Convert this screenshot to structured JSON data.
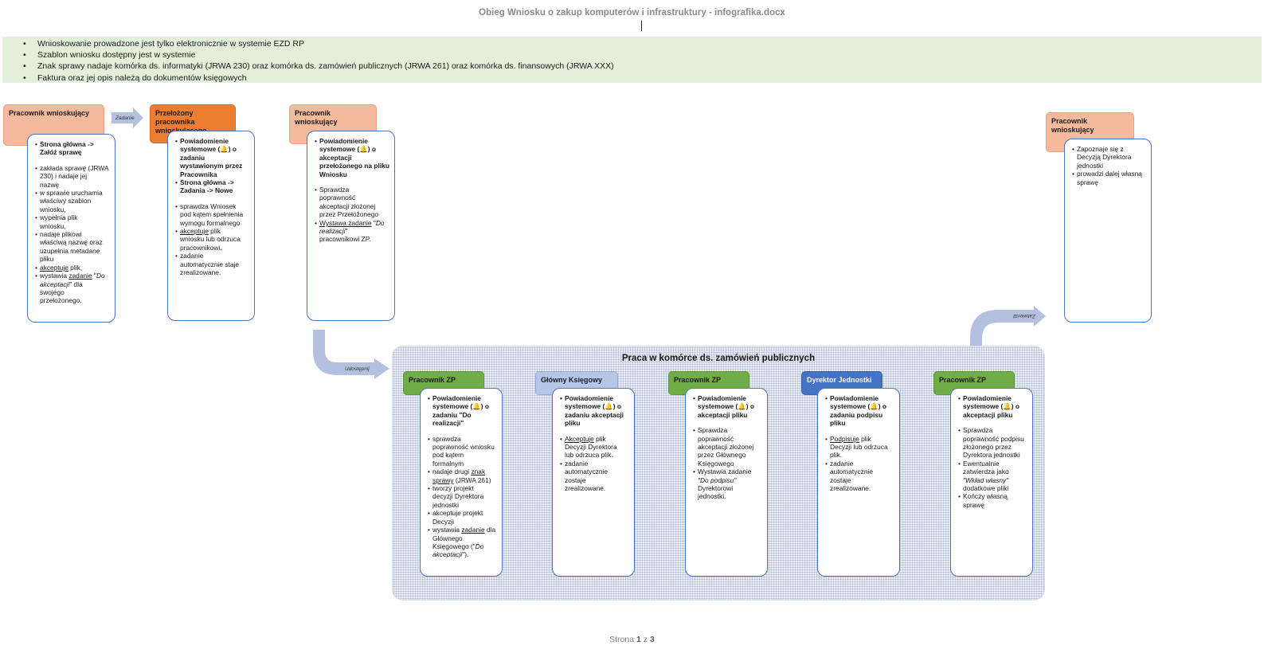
{
  "document": {
    "title": "Obieg Wniosku o zakup komputerów i infrastruktury - infografika.docx"
  },
  "notes": [
    "Wnioskowanie prowadzone jest tylko elektronicznie w systemie EZD RP",
    "Szablon wniosku dostępny jest w systemie",
    "Znak sprawy nadaje komórka ds. informatyki (JRWA 230) oraz komórka ds. zamówień publicznych (JRWA 261) oraz komórka ds. finansowych (JRWA XXX)",
    "Faktura oraz jej opis należą do dokumentów księgowych"
  ],
  "colors": {
    "notes_bg": "#e2efd9",
    "peach": "#f5b99c",
    "orange": "#ed7d31",
    "green": "#70ad47",
    "lilac": "#b4c7e7",
    "blue": "#4472c4",
    "arrow": "#b4c0e0",
    "card_border": "#4a72c4"
  },
  "arrow_labels": {
    "zadanie": "Zadanie",
    "udostepnij": "Udostępnij",
    "zatwierdz": "Zatwierdź"
  },
  "container": {
    "title": "Praca w komórce ds. zamówień publicznych"
  },
  "steps": {
    "s1": {
      "header": "Pracownik wnioskujący",
      "l1": "Strona główna ->",
      "l2": "Załóż sprawę",
      "b1a": "zakłada sprawę (JRWA",
      "b1b": "230) i nadaje jej",
      "b1c": "nazwę",
      "b2a": "w sprawie uruchamia",
      "b2b": "właściwy szablon",
      "b2c": "wniosku,",
      "b3a": "wypełnia plik",
      "b3b": "wniosku,",
      "b4a": "nadaje plikowi",
      "b4b": "właściwą nazwę oraz",
      "b4c": "uzupełnia metadane",
      "b4d": "pliku",
      "b5u": "akceptuje",
      "b5r": " plik,",
      "b6a": "wystawia ",
      "b6u": "zadanie",
      "b6q": " \"",
      "b6i": "Do",
      "b6i2": "akceptacji",
      "b6r": "\" dla",
      "b6b": "swojego",
      "b6c": "przełożonego."
    },
    "s2": {
      "header": "Przełożony pracownika wnioskującego",
      "p1a": "Powiadomienie",
      "p1b": "systemowe (🔔) o",
      "p1c": "zadaniu",
      "p1d": "wystawionym przez",
      "p1e": "Pracownika",
      "p2a": "Strona główna ->",
      "p2b": "Zadania -> Nowe",
      "b1a": "sprawdza Wniosek",
      "b1b": "pod kątem spełnienia",
      "b1c": "wymogu formalnego",
      "b2u": "akceptuje",
      "b2r": " plik",
      "b2b": "wniosku lub odrzuca",
      "b2c": "pracownikowi.",
      "b3a": "zadanie",
      "b3b": "automatycznie staje",
      "b3c": "zrealizowane."
    },
    "s3": {
      "header": "Pracownik wnioskujący",
      "p1a": "Powiadomienie",
      "p1b": "systemowe (🔔) o",
      "p1c": "akceptacji",
      "p1d": "przełożonego na pliku",
      "p1e": "Wniosku",
      "b1a": "Sprawdza",
      "b1b": "poprawność",
      "b1c": "akceptacji złożonej",
      "b1d": "przez Przełożonego",
      "b2u": "Wystawa zadanie",
      "b2q": " \"",
      "b2i": "Do",
      "b2i2": "realizacji",
      "b2r": "\"",
      "b2b": "pracownikowi ZP."
    },
    "s4": {
      "header": "Pracownik wnioskujący",
      "b1a": "Zapoznaje się z",
      "b1b": "Decyzją Dyrektora",
      "b1c": "jednostki",
      "b2a": "prowadzi dalej własną",
      "b2b": "sprawę"
    },
    "z1": {
      "header": "Pracownik ZP",
      "p1a": "Powiadomienie",
      "p1b": "systemowe (🔔) o",
      "p1c": "zadaniu \"Do",
      "p1d": "realizacji\"",
      "b1a": "sprawdza",
      "b1b": "poprawność wniosku",
      "b1c": "pod kątem",
      "b1d": "formalnym",
      "b2a": "nadaje drugi ",
      "b2u": "znak",
      "b2u2": "sprawy",
      "b2r": " (JRWA 261)",
      "b3a": "tworzy projekt",
      "b3b": "decyzji Dyrektora",
      "b3c": "jednostki",
      "b4a": "akceptuje projekt",
      "b4b": "Decyzji",
      "b5a": "wystawia ",
      "b5u": "zadanie",
      "b5r": " dla",
      "b5b": "Głównego",
      "b5c": "Księgowego (\"",
      "b5i": "Do",
      "b5i2": "akceptacji",
      "b5e": "\")."
    },
    "z2": {
      "header": "Główny Księgowy",
      "p1a": "Powiadomienie",
      "p1b": "systemowe (🔔) o",
      "p1c": "zadaniu akceptacji",
      "p1d": "pliku",
      "b1u": "Akceptuje",
      "b1r": " plik",
      "b1b": "Decyzji Dyrektora",
      "b1c": "lub odrzuca plik.",
      "b2a": "zadanie",
      "b2b": "automatycznie",
      "b2c": "zostaje",
      "b2d": "zrealizowane."
    },
    "z3": {
      "header": "Pracownik ZP",
      "p1a": "Powiadomienie",
      "p1b": "systemowe (🔔) o",
      "p1c": "akceptacji pliku",
      "b1a": "Sprawdza",
      "b1b": "poprawność",
      "b1c": "akceptacji złożonej",
      "b1d": "przez Głównego",
      "b1e": "Księgowego",
      "b2a": "Wystawia zadanie",
      "b2i": "\"Do podpisu\"",
      "b2b": "Dyrektorowi",
      "b2c": "jednostki."
    },
    "z4": {
      "header": "Dyrektor Jednostki",
      "p1a": "Powiadomienie",
      "p1b": "systemowe (🔔) o",
      "p1c": "zadaniu podpisu",
      "p1d": "pliku",
      "b1u": "Podpisuje",
      "b1r": " plik",
      "b1b": "Decyzji lub odrzuca",
      "b1c": "plik.",
      "b2a": "zadanie",
      "b2b": "automatycznie",
      "b2c": "zostaje",
      "b2d": "zrealizowane."
    },
    "z5": {
      "header": "Pracownik ZP",
      "p1a": "Powiadomienie",
      "p1b": "systemowe (🔔) o",
      "p1c": "akceptacji pliku",
      "b1a": "Sprawdza",
      "b1b": "poprawność podpisu",
      "b1c": "złożonego przez",
      "b1d": "Dyrektora jednostki",
      "b2a": "Ewentualnie",
      "b2b": "zatwierdza jako",
      "b2i": "\"Wkład własny\"",
      "b2c": "dodatkowe pliki",
      "b3a": "Kończy własną",
      "b3b": "sprawę"
    }
  },
  "footer": {
    "prefix": "Strona ",
    "current": "1",
    "mid": " z ",
    "total": "3"
  }
}
